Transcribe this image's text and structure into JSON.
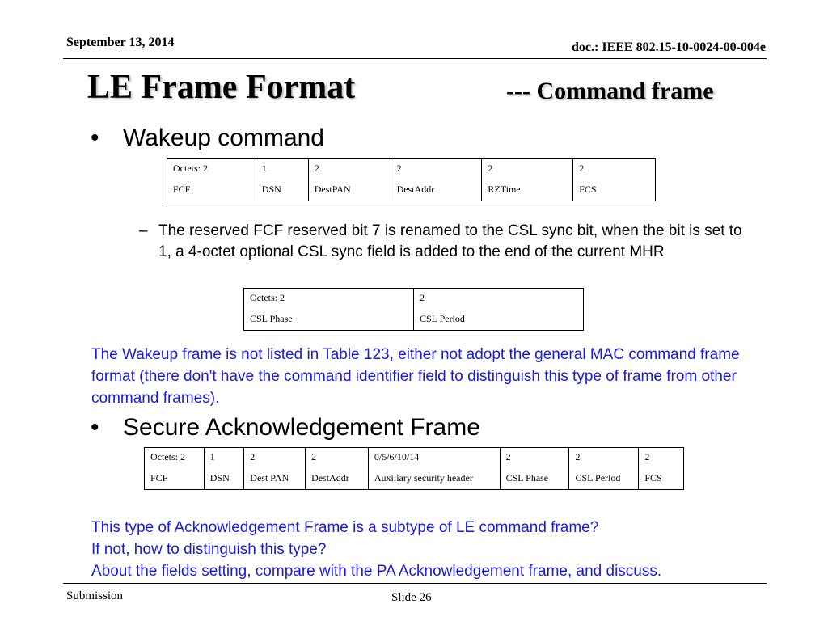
{
  "header": {
    "date": "September 13, 2014",
    "doc": "doc.: IEEE 802.15-10-0024-00-004e"
  },
  "title": {
    "main": "LE Frame Format",
    "sub": "--- Command frame"
  },
  "bullets": [
    {
      "marker": "•",
      "text": "Wakeup command"
    },
    {
      "marker": "•",
      "text": "Secure Acknowledgement Frame"
    }
  ],
  "wakeup_table": {
    "octets": [
      "Octets: 2",
      "1",
      "2",
      "2",
      "2",
      "2"
    ],
    "fields": [
      "FCF",
      "DSN",
      "DestPAN",
      "DestAddr",
      "RZTime",
      "FCS"
    ]
  },
  "sub_bullet": {
    "marker": "–",
    "text": "The reserved FCF reserved bit 7 is renamed to the CSL sync bit, when the bit is set to 1, a 4-octet optional CSL sync field is added to the end of the current MHR"
  },
  "csl_table": {
    "octets": [
      "Octets: 2",
      "2"
    ],
    "fields": [
      "CSL Phase",
      "CSL Period"
    ]
  },
  "note_wakeup": "The Wakeup frame is not listed in Table 123, either not adopt the general MAC command frame format (there don't have the command identifier field to distinguish this type of frame from other command frames).",
  "ack_table": {
    "octets": [
      "Octets: 2",
      "1",
      "2",
      "2",
      "0/5/6/10/14",
      "2",
      "2",
      "2"
    ],
    "fields": [
      "FCF",
      "DSN",
      "Dest PAN",
      "DestAddr",
      "Auxiliary security header",
      "CSL Phase",
      "CSL Period",
      "FCS"
    ]
  },
  "note_ack": [
    "This type of Acknowledgement Frame is a subtype of LE command frame?",
    "If not, how to distinguish this type?",
    "About the fields setting, compare with the PA Acknowledgement frame, and discuss."
  ],
  "footer": {
    "left": "Submission",
    "slide": "Slide 26"
  },
  "colors": {
    "note_text": "#1a1adf"
  }
}
